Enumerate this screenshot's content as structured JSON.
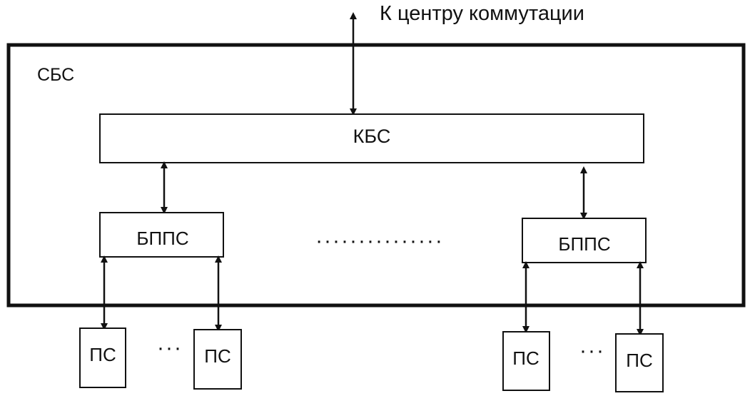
{
  "diagram": {
    "top_label": "К центру коммутации",
    "system_label": "СБС",
    "controller_label": "КБС",
    "ellipsis_dots": "···············",
    "ellipsis_small": "···",
    "transceivers": [
      {
        "label": "БППС",
        "stations": [
          {
            "label": "ПС"
          },
          {
            "label": "ПС"
          }
        ]
      },
      {
        "label": "БППС",
        "stations": [
          {
            "label": "ПС"
          },
          {
            "label": "ПС"
          }
        ]
      }
    ]
  }
}
